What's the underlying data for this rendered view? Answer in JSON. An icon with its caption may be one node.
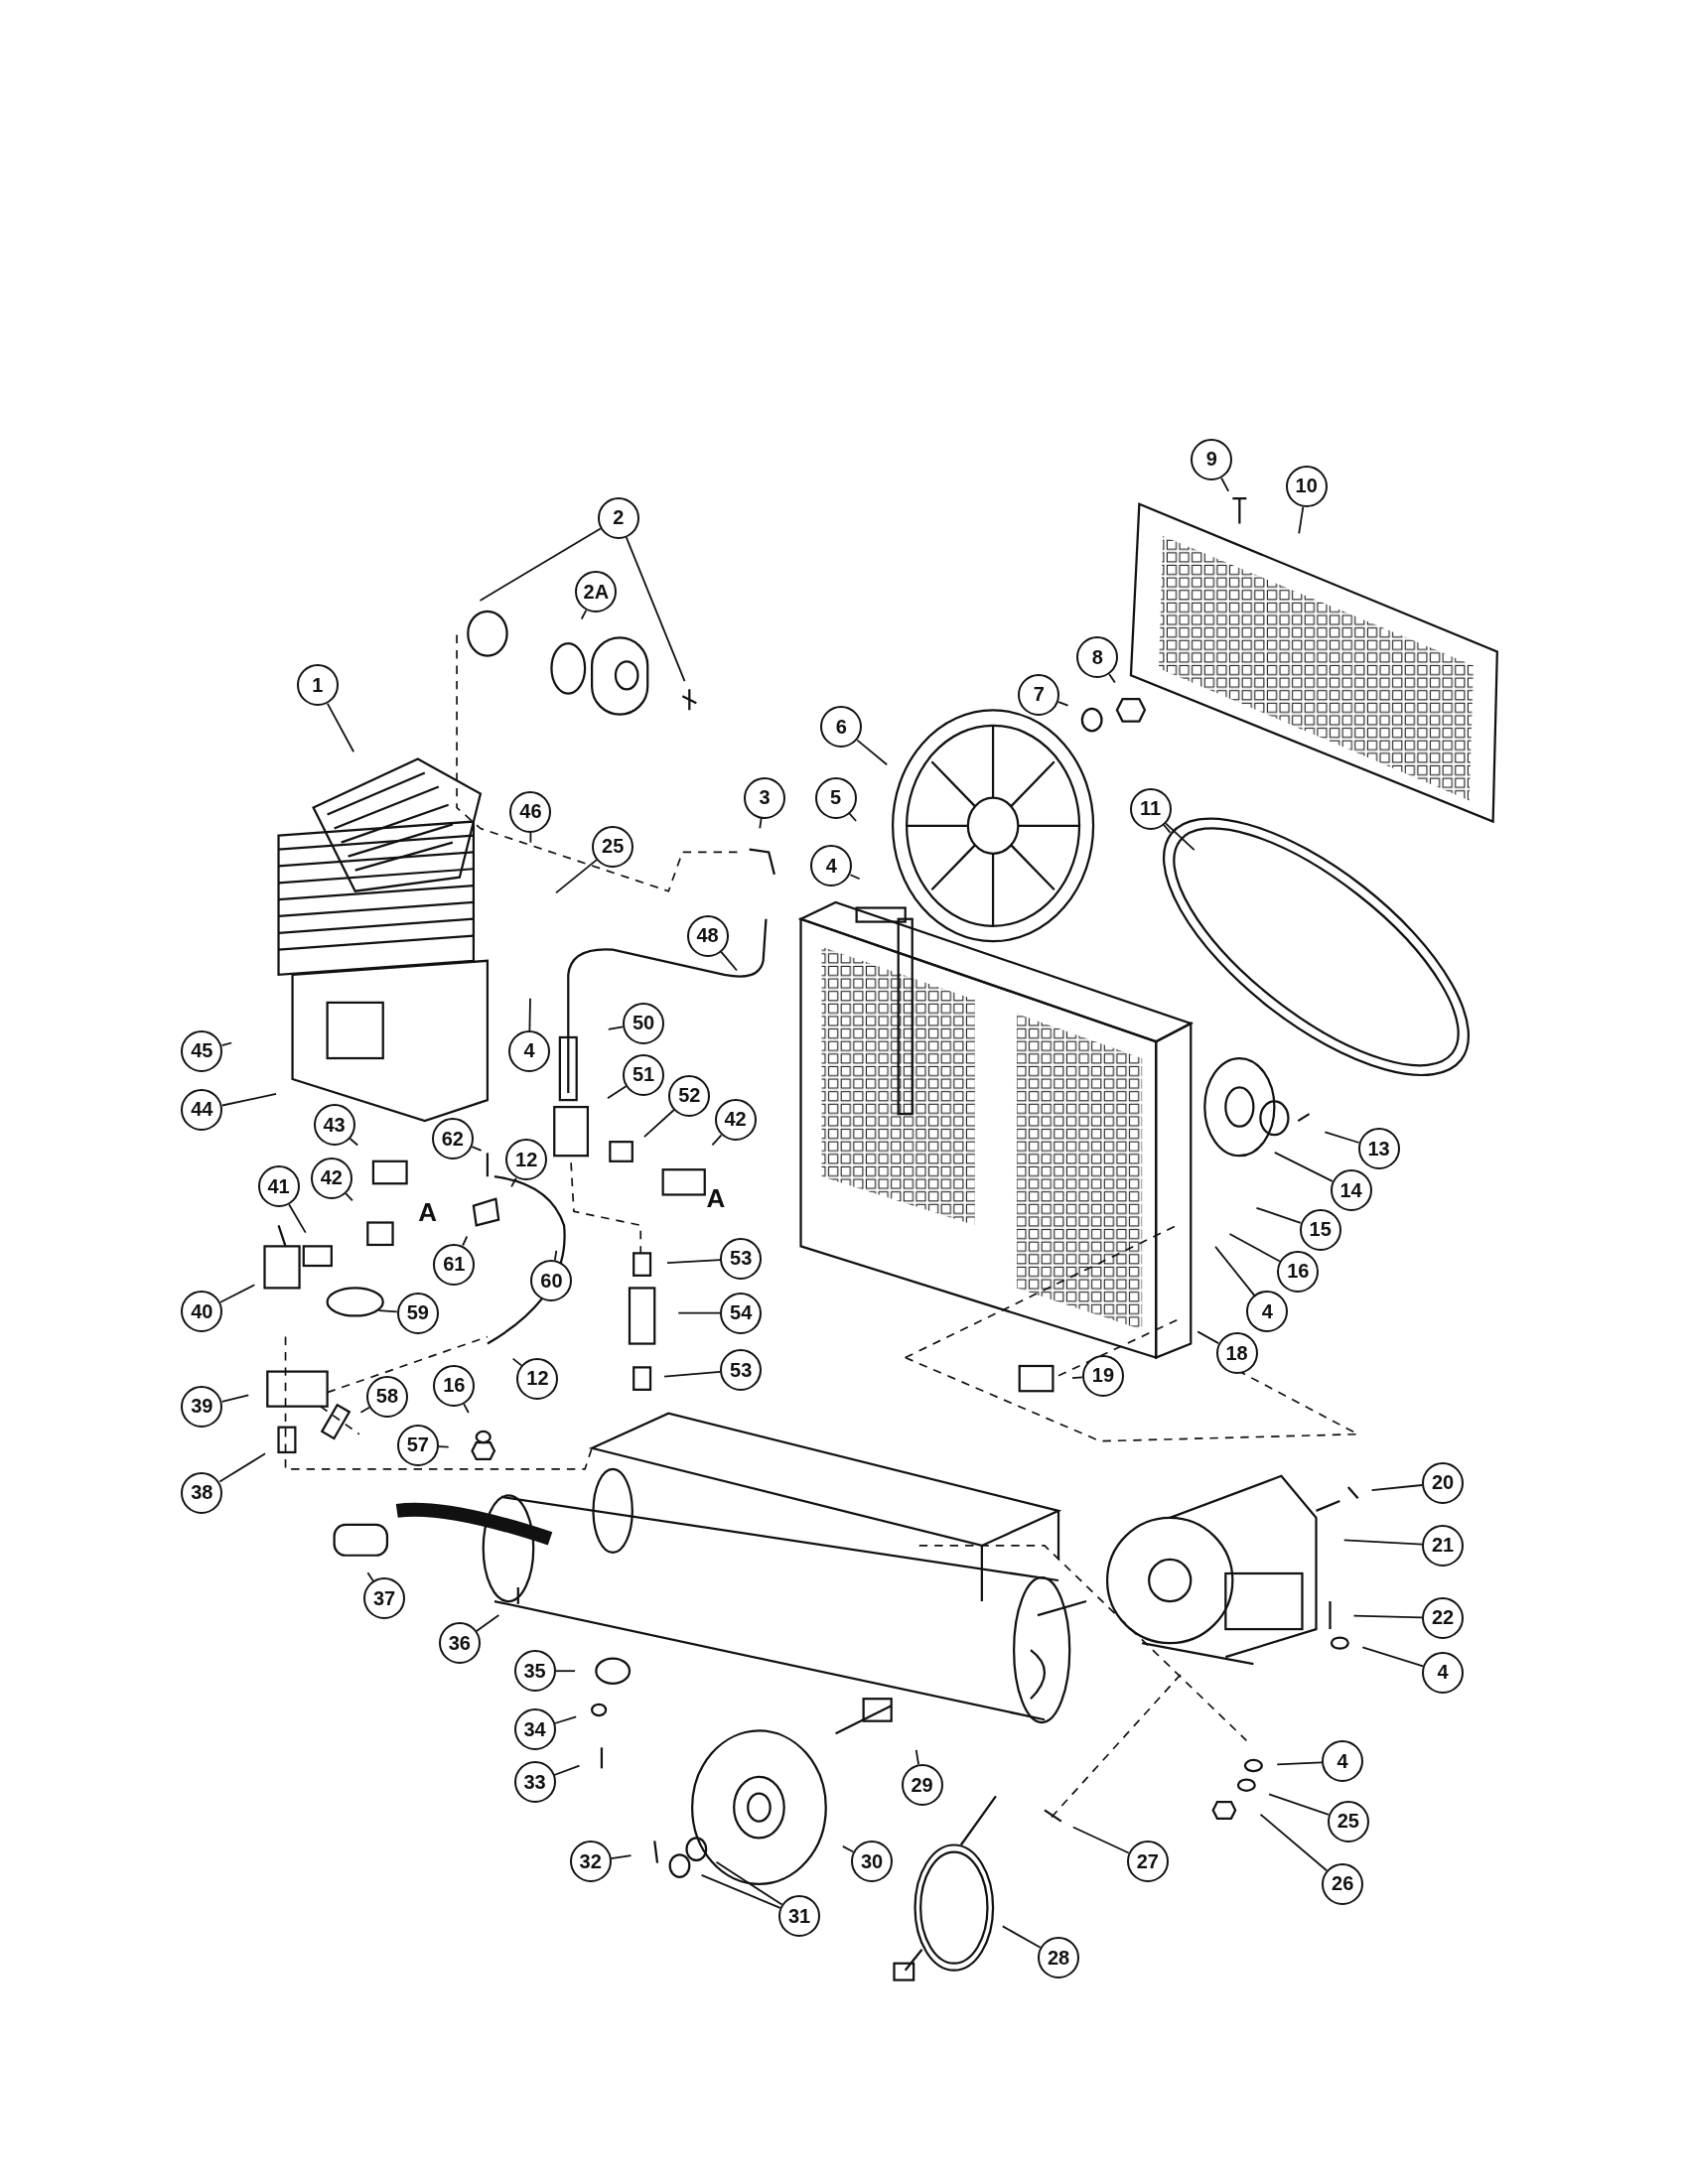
{
  "diagram": {
    "nodes": [
      {
        "text": [
          "9"
        ]
      },
      {
        "text": [
          "10"
        ]
      },
      {
        "text": [
          "2"
        ]
      },
      {
        "text": [
          "2A"
        ]
      },
      {
        "text": [
          "8"
        ]
      },
      {
        "text": [
          "1"
        ]
      },
      {
        "text": [
          "7"
        ]
      },
      {
        "text": [
          "6"
        ]
      },
      {
        "text": [
          "3"
        ]
      },
      {
        "text": [
          "5"
        ]
      },
      {
        "text": [
          "11"
        ]
      },
      {
        "text": [
          "46"
        ]
      },
      {
        "text": [
          "25"
        ]
      },
      {
        "text": [
          "4"
        ]
      },
      {
        "text": [
          "48"
        ]
      },
      {
        "text": [
          "50"
        ]
      },
      {
        "text": [
          "45"
        ]
      },
      {
        "text": [
          "4"
        ]
      },
      {
        "text": [
          "51"
        ]
      },
      {
        "text": [
          "52"
        ]
      },
      {
        "text": [
          "44"
        ]
      },
      {
        "text": [
          "42"
        ]
      },
      {
        "text": [
          "43"
        ]
      },
      {
        "text": [
          "62"
        ]
      },
      {
        "text": [
          "13"
        ]
      },
      {
        "text": [
          "12"
        ]
      },
      {
        "text": [
          "42"
        ]
      },
      {
        "text": [
          "41"
        ]
      },
      {
        "text": [
          "14"
        ]
      },
      {
        "text": [
          "15"
        ]
      },
      {
        "text": [
          "53"
        ]
      },
      {
        "text": [
          "61"
        ]
      },
      {
        "text": [
          "16"
        ]
      },
      {
        "text": [
          "60"
        ]
      },
      {
        "text": [
          "40"
        ]
      },
      {
        "text": [
          "4"
        ]
      },
      {
        "text": [
          "59"
        ]
      },
      {
        "text": [
          "54"
        ]
      },
      {
        "text": [
          "18"
        ]
      },
      {
        "text": [
          "53"
        ]
      },
      {
        "text": [
          "19"
        ]
      },
      {
        "text": [
          "12"
        ]
      },
      {
        "text": [
          "16"
        ]
      },
      {
        "text": [
          "58"
        ]
      },
      {
        "text": [
          "39"
        ]
      },
      {
        "text": [
          "57"
        ]
      },
      {
        "text": [
          "20"
        ]
      },
      {
        "text": [
          "38"
        ]
      },
      {
        "text": [
          "21"
        ]
      },
      {
        "text": [
          "37"
        ]
      },
      {
        "text": [
          "22"
        ]
      },
      {
        "text": [
          "36"
        ]
      },
      {
        "text": [
          "35"
        ]
      },
      {
        "text": [
          "4"
        ]
      },
      {
        "text": [
          "34"
        ]
      },
      {
        "text": [
          "4"
        ]
      },
      {
        "text": [
          "33"
        ]
      },
      {
        "text": [
          "29"
        ]
      },
      {
        "text": [
          "25"
        ]
      },
      {
        "text": [
          "32"
        ]
      },
      {
        "text": [
          "30"
        ]
      },
      {
        "text": [
          "27"
        ]
      },
      {
        "text": [
          "26"
        ]
      },
      {
        "text": [
          "31"
        ]
      },
      {
        "text": [
          "28"
        ]
      }
    ],
    "edges": [
      {
        "from": 0,
        "to": null,
        "arrow": "none"
      },
      {
        "from": 1,
        "to": null,
        "arrow": "none"
      },
      {
        "from": 2,
        "to": null,
        "arrow": "none"
      },
      {
        "from": 2,
        "to": null,
        "arrow": "none"
      },
      {
        "from": 3,
        "to": null,
        "arrow": "none"
      },
      {
        "from": 4,
        "to": null,
        "arrow": "none"
      },
      {
        "from": 5,
        "to": null,
        "arrow": "none"
      },
      {
        "from": 6,
        "to": null,
        "arrow": "none"
      },
      {
        "from": 7,
        "to": null,
        "arrow": "none"
      },
      {
        "from": 8,
        "to": null,
        "arrow": "none"
      },
      {
        "from": 9,
        "to": null,
        "arrow": "none"
      },
      {
        "from": 10,
        "to": null,
        "arrow": "none"
      },
      {
        "from": 10,
        "to": null,
        "arrow": "none"
      },
      {
        "from": 11,
        "to": null,
        "arrow": "none"
      },
      {
        "from": 12,
        "to": null,
        "arrow": "none"
      },
      {
        "from": 13,
        "to": null,
        "arrow": "none"
      },
      {
        "from": 14,
        "to": null,
        "arrow": "none"
      },
      {
        "from": 15,
        "to": null,
        "arrow": "none"
      },
      {
        "from": 16,
        "to": null,
        "arrow": "none"
      },
      {
        "from": 17,
        "to": null,
        "arrow": "none"
      },
      {
        "from": 18,
        "to": null,
        "arrow": "none"
      },
      {
        "from": 19,
        "to": null,
        "arrow": "none"
      },
      {
        "from": 20,
        "to": null,
        "arrow": "none"
      },
      {
        "from": 21,
        "to": null,
        "arrow": "none"
      },
      {
        "from": 22,
        "to": null,
        "arrow": "none"
      },
      {
        "from": 23,
        "to": null,
        "arrow": "none"
      },
      {
        "from": 24,
        "to": null,
        "arrow": "none"
      },
      {
        "from": 25,
        "to": null,
        "arrow": "none"
      },
      {
        "from": 26,
        "to": null,
        "arrow": "none"
      },
      {
        "from": 27,
        "to": null,
        "arrow": "none"
      },
      {
        "from": 28,
        "to": null,
        "arrow": "none"
      },
      {
        "from": 29,
        "to": null,
        "arrow": "none"
      },
      {
        "from": 30,
        "to": null,
        "arrow": "none"
      },
      {
        "from": 31,
        "to": null,
        "arrow": "none"
      },
      {
        "from": 32,
        "to": null,
        "arrow": "none"
      },
      {
        "from": 33,
        "to": null,
        "arrow": "none"
      },
      {
        "from": 34,
        "to": null,
        "arrow": "none"
      },
      {
        "from": 35,
        "to": null,
        "arrow": "none"
      },
      {
        "from": 36,
        "to": null,
        "arrow": "none"
      },
      {
        "from": 37,
        "to": null,
        "arrow": "none"
      },
      {
        "from": 38,
        "to": null,
        "arrow": "none"
      },
      {
        "from": 39,
        "to": null,
        "arrow": "none"
      },
      {
        "from": 40,
        "to": null,
        "arrow": "none"
      },
      {
        "from": 41,
        "to": null,
        "arrow": "none"
      },
      {
        "from": 42,
        "to": null,
        "arrow": "none"
      },
      {
        "from": 43,
        "to": null,
        "arrow": "none"
      },
      {
        "from": 44,
        "to": null,
        "arrow": "none"
      },
      {
        "from": 45,
        "to": null,
        "arrow": "none"
      },
      {
        "from": 46,
        "to": null,
        "arrow": "none"
      },
      {
        "from": 47,
        "to": null,
        "arrow": "none"
      },
      {
        "from": 48,
        "to": null,
        "arrow": "none"
      },
      {
        "from": 49,
        "to": null,
        "arrow": "none"
      },
      {
        "from": 50,
        "to": null,
        "arrow": "none"
      },
      {
        "from": 51,
        "to": null,
        "arrow": "none"
      },
      {
        "from": 52,
        "to": null,
        "arrow": "none"
      },
      {
        "from": 53,
        "to": null,
        "arrow": "none"
      },
      {
        "from": 54,
        "to": null,
        "arrow": "none"
      },
      {
        "from": 55,
        "to": null,
        "arrow": "none"
      },
      {
        "from": 56,
        "to": null,
        "arrow": "none"
      },
      {
        "from": 57,
        "to": null,
        "arrow": "none"
      },
      {
        "from": 58,
        "to": null,
        "arrow": "none"
      },
      {
        "from": 59,
        "to": null,
        "arrow": "none"
      },
      {
        "from": 60,
        "to": null,
        "arrow": "none"
      },
      {
        "from": 61,
        "to": null,
        "arrow": "none"
      },
      {
        "from": 62,
        "to": null,
        "arrow": "none"
      },
      {
        "from": 63,
        "to": null,
        "arrow": "none"
      },
      {
        "from": 63,
        "to": null,
        "arrow": "none"
      },
      {
        "from": 64,
        "to": null,
        "arrow": "none"
      }
    ],
    "labels": [
      "A",
      "A"
    ]
  }
}
